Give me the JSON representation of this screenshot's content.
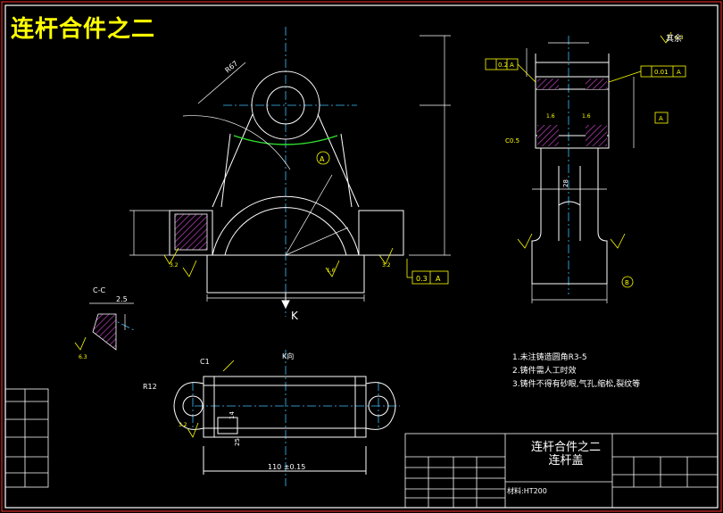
{
  "title": "连杆合件之二",
  "top_right_mark": "其余",
  "view_labels": {
    "section_cc": "C-C",
    "view_k_mark": "K",
    "k_direction": "K向"
  },
  "dimensions": {
    "radius_r67": "R67",
    "radius_r12": "R12",
    "dim_110": "110 ±0.15",
    "chamfer_c1": "C1",
    "dim_2_5": "2.5",
    "dim_25": "25",
    "dim_14": "14",
    "dim_28": "28",
    "ra_3_2": "3.2",
    "ra_1_6": "1.6",
    "ra_6_3": "6.3",
    "tol_0_2": "0.2",
    "tol_0_01": "0.01",
    "tol_0_3": "0.3",
    "datum_a": "A",
    "datum_b": "B",
    "chamfer_c05": "C0.5"
  },
  "notes": [
    "1.未注铸造圆角R3-5",
    "2.铸件需人工时效",
    "3.铸件不得有砂眼,气孔,缩松,裂纹等"
  ],
  "title_block": {
    "part_name_line1": "连杆合件之二",
    "part_name_line2": "连杆盖",
    "material": "材料:HT200"
  }
}
